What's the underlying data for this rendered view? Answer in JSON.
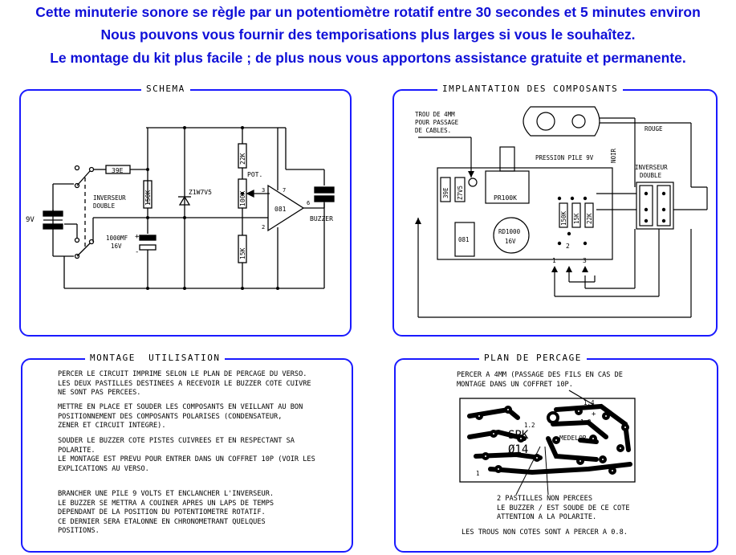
{
  "header": {
    "line1": "Cette minuterie sonore se règle par un potentiomètre rotatif entre 30 secondes et 5 minutes environ",
    "line2": "Nous pouvons vous fournir des temporisations plus larges si vous le souhaîtez.",
    "line3": "Le montage du kit plus facile ; de plus nous vous apportons assistance gratuite et permanente."
  },
  "colors": {
    "headline": "#1010d8",
    "panel_border": "#1a1aff",
    "ink": "#000000"
  },
  "schema": {
    "title": "SCHEMA",
    "battery": "9V",
    "switch_label_1": "INVERSEUR",
    "switch_label_2": "DOUBLE",
    "r1": "39E",
    "r2": "150K",
    "zener": "Z1W7V5",
    "r_top": "22K",
    "pot": "POT.",
    "pot_value": "100K",
    "r_bottom": "15K",
    "cap_1": "1000MF",
    "cap_2": "16V",
    "ic": "081",
    "pin2": "2",
    "pin3": "3",
    "pin6": "6",
    "pin7": "7",
    "buzzer": "BUZZER",
    "plus": "+",
    "minus": "-"
  },
  "implantation": {
    "title": "IMPLANTATION DES COMPOSANTS",
    "hole_1": "TROU DE 4MM",
    "hole_2": "POUR PASSAGE",
    "hole_3": "DE CABLES.",
    "pression": "PRESSION PILE 9V",
    "rouge": "ROUGE",
    "noir": "NOIR",
    "inv_1": "INVERSEUR",
    "inv_2": "DOUBLE",
    "r1": "39E",
    "zener": "Z7V5",
    "pot": "PR100K",
    "ic": "081",
    "cap_1": "RD1000",
    "cap_2": "16V",
    "r2": "150K",
    "r3": "15K",
    "r4": "22K",
    "pad1": "1",
    "pad2": "2",
    "pad3": "3"
  },
  "montage": {
    "title": "MONTAGE  UTILISATION",
    "p1": "PERCER LE CIRCUIT IMPRIME SELON LE PLAN DE PERCAGE DU VERSO.\nLES DEUX PASTILLES DESTINEES A RECEVOIR LE BUZZER COTE CUIVRE\nNE SONT PAS PERCEES.",
    "p2": "METTRE EN PLACE ET SOUDER LES COMPOSANTS EN VEILLANT AU BON\nPOSITIONNEMENT DES COMPOSANTS POLARISES (CONDENSATEUR,\nZENER ET CIRCUIT INTEGRE).",
    "p3": "SOUDER LE BUZZER COTE PISTES CUIVREES ET EN RESPECTANT SA\nPOLARITE.\nLE MONTAGE EST PREVU POUR ENTRER DANS UN COFFRET 10P (VOIR LES\nEXPLICATIONS AU VERSO.",
    "p4": "BRANCHER UNE PILE 9 VOLTS ET ENCLANCHER L'INVERSEUR.\nLE BUZZER SE METTRA A COUINER APRES UN LAPS DE TEMPS\nDEPENDANT DE LA POSITION DU POTENTIOMETRE ROTATIF.\nCE DERNIER SERA ETALONNE EN CHRONOMETRANT QUELQUES\nPOSITIONS."
  },
  "percage": {
    "title": "PLAN DE PERCAGE",
    "top_note": "PERCER A 4MM (PASSAGE DES FILS EN CAS DE\nMONTAGE DANS UN COFFRET 10P.",
    "spk": "SPK",
    "code": "Ø14",
    "brand": "MEDELOR",
    "n12a": "1.2",
    "n12b": "1.2",
    "n14": "1.4",
    "n1": "1",
    "plus": "+",
    "note_2": "2 PASTILLES NON PERCEES\nLE BUZZER / EST SOUDE DE CE COTE\nATTENTION A LA POLARITE.",
    "bottom_note": "LES TROUS NON COTES SONT A PERCER A 0.8."
  }
}
